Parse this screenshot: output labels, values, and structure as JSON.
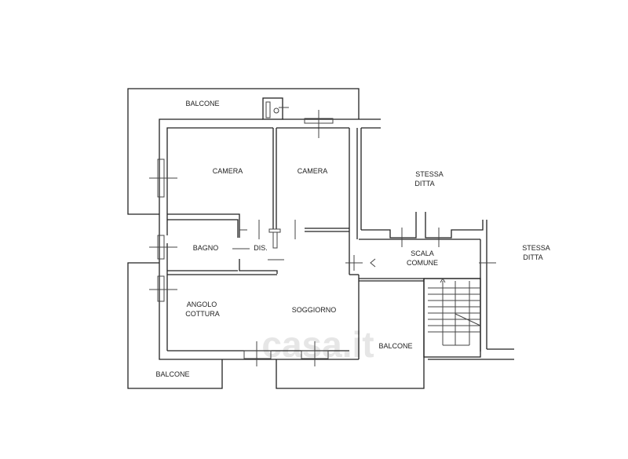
{
  "rooms": {
    "balcone_top": "BALCONE",
    "camera_1": "CAMERA",
    "camera_2": "CAMERA",
    "stessa_ditta_1": [
      "STESSA",
      "DITTA"
    ],
    "stessa_ditta_2": [
      "STESSA",
      "DITTA"
    ],
    "bagno": "BAGNO",
    "dis": "DIS.",
    "scala_comune": [
      "SCALA",
      "COMUNE"
    ],
    "angolo_cottura": [
      "ANGOLO",
      "COTTURA"
    ],
    "soggiorno": "SOGGIORNO",
    "balcone_right": "BALCONE",
    "balcone_bottom": "BALCONE"
  },
  "watermark": "casa.it"
}
